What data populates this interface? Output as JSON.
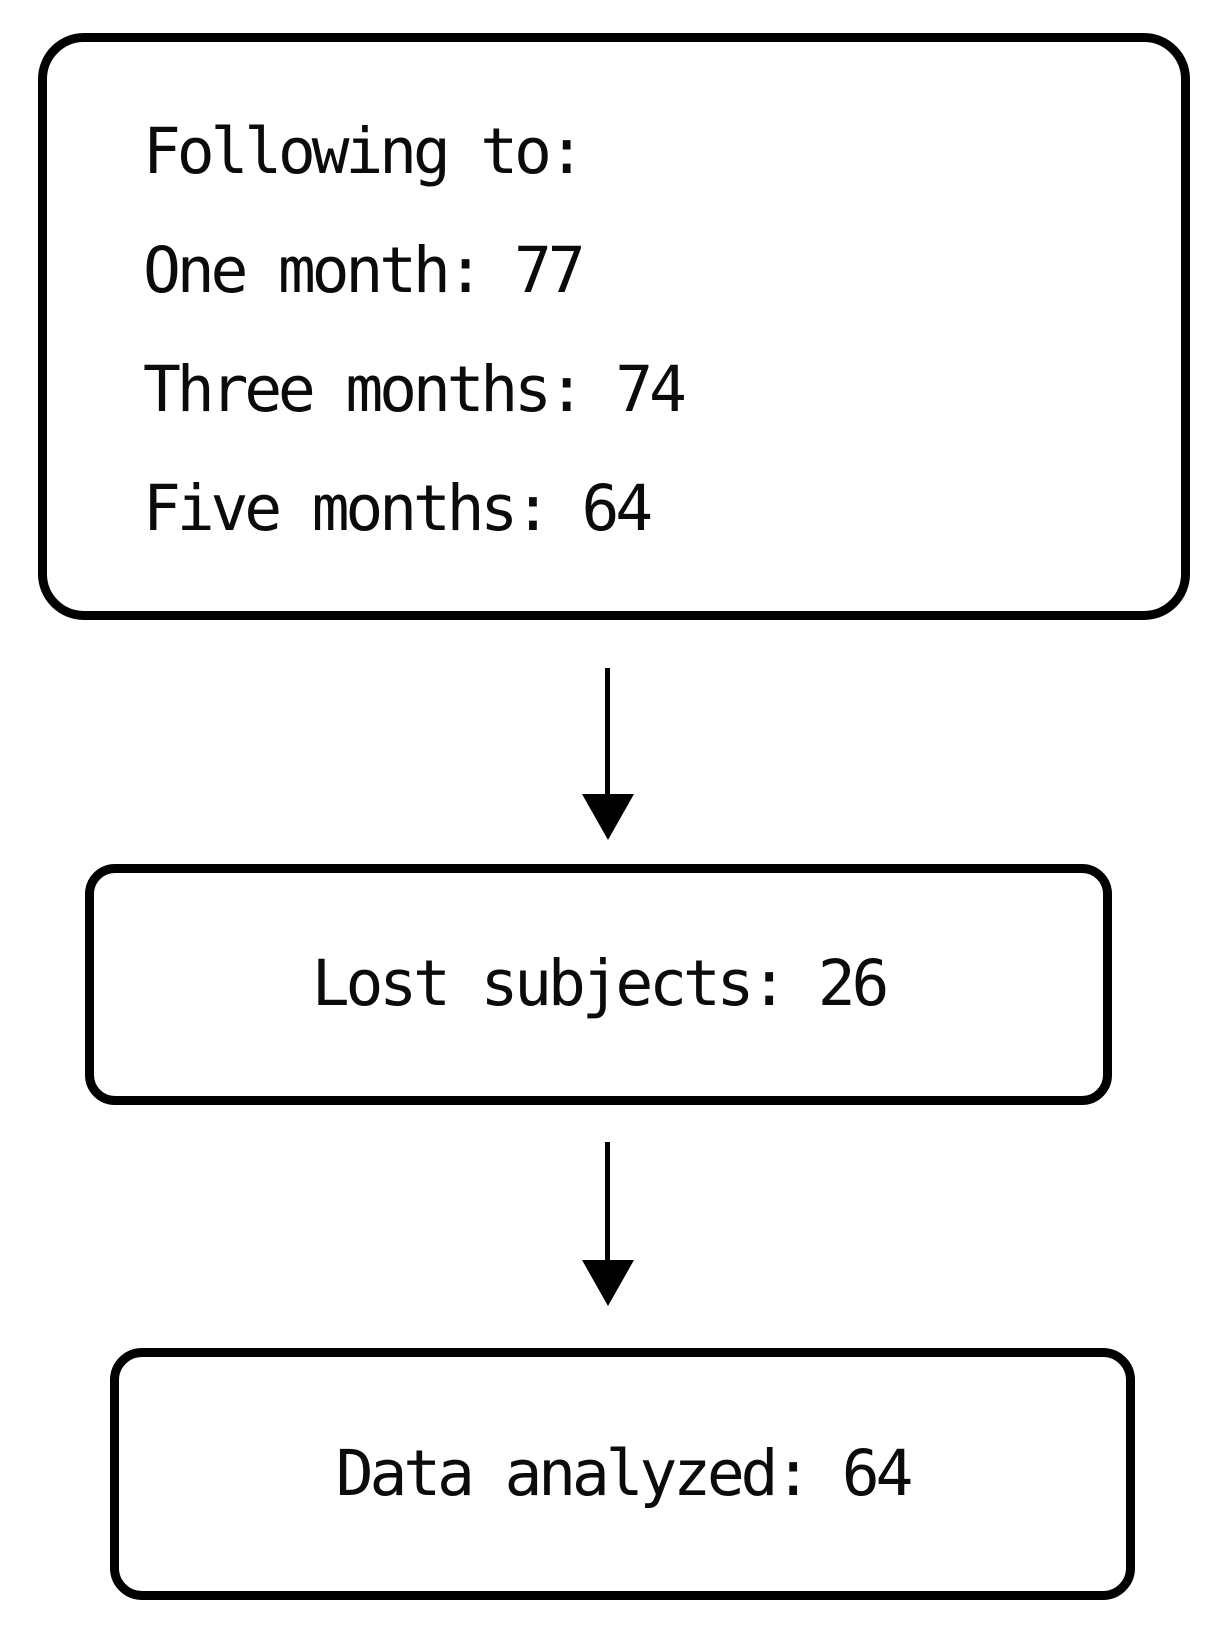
{
  "diagram": {
    "type": "flowchart",
    "orientation": "vertical",
    "background_color": "#ffffff",
    "stroke_color": "#000000",
    "text_color": "#0b0b0b",
    "nodes": [
      {
        "id": "following",
        "shape": "rounded-rectangle",
        "align": "left",
        "lines": [
          "Following to:",
          "One month: 77",
          "Three months: 74",
          "Five months: 64"
        ]
      },
      {
        "id": "lost",
        "shape": "rounded-rectangle",
        "align": "center",
        "lines": [
          "Lost subjects: 26"
        ]
      },
      {
        "id": "analyzed",
        "shape": "rounded-rectangle",
        "align": "center",
        "lines": [
          "Data analyzed: 64"
        ]
      }
    ],
    "edges": [
      {
        "id": "edge-1",
        "from": "following",
        "to": "lost",
        "marker": "arrow-down"
      },
      {
        "id": "edge-2",
        "from": "lost",
        "to": "analyzed",
        "marker": "arrow-down"
      }
    ],
    "values": {
      "one_month": 77,
      "three_months": 74,
      "five_months": 64,
      "lost_subjects": 26,
      "data_analyzed": 64
    }
  }
}
